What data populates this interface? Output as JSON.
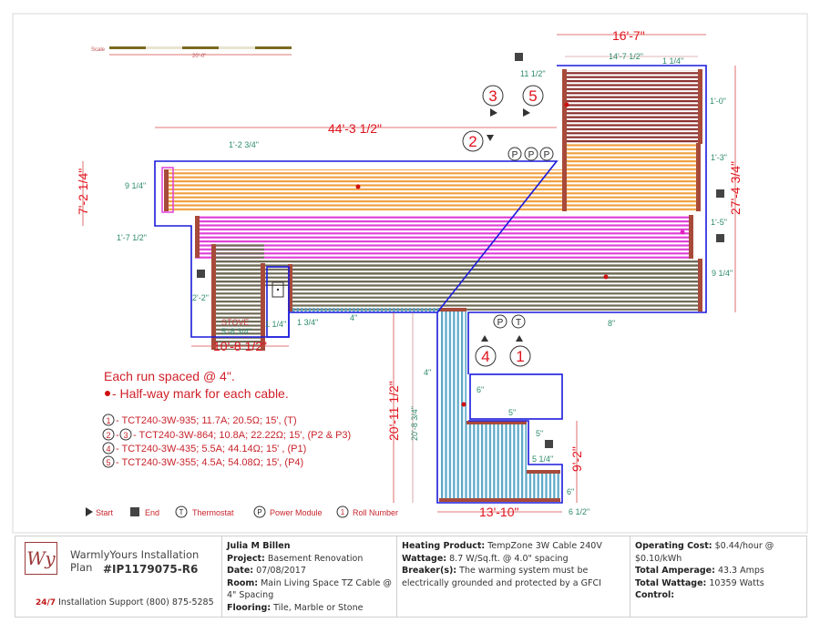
{
  "scale": {
    "label": "Scale",
    "length": "20'-0\""
  },
  "dimensions_major": {
    "top_right_width": "16'-7\"",
    "overall_width": "44'-3 1/2\"",
    "overall_height": "27'-4 3/4\"",
    "left_height": "7'-2 1/4\"",
    "stove_area_width": "10'-8 1/2\"",
    "lower_height": "20'-11 1/2\"",
    "lower_right_height": "9'-2\"",
    "lower_width": "13'-10\""
  },
  "dimensions_minor": {
    "top_inner_width": "14'-7 1/2\"",
    "top_gap": "1 1/4\"",
    "top_left_gap": "11 1/2\"",
    "right_gap_1": "1'-0\"",
    "right_gap_2": "1'-3\"",
    "right_gap_3": "1'-5\"",
    "right_gap_4": "9 1/4\"",
    "upper_wall_gap": "1'-2 3/4\"",
    "left_gap": "9 1/4\"",
    "left_lower_gap": "1'-7 1/2\"",
    "stove_left_gap": "2'-2\"",
    "stove_width": "5'-8 3/4\"",
    "stove_gap_a": "1 1/4\"",
    "stove_gap_b": "1 3/4\"",
    "bottom_gap": "4\"",
    "bottom_right_gap": "8\"",
    "lower_left_gap": "4\"",
    "lower_inner_height": "20'-8 3/4\"",
    "island_gap": "6\"",
    "island_bottom_gap": "5\"",
    "step_gap": "5\"",
    "step_gap_2": "5 1/4\"",
    "lower_right_gap": "6\"",
    "lower_bottom_gap": "6 1/2\""
  },
  "stove_label": "STOVE",
  "rolls": [
    "1",
    "2",
    "3",
    "4",
    "5"
  ],
  "power_modules": [
    "P",
    "P",
    "P",
    "P"
  ],
  "thermostat": "T",
  "notes": {
    "spacing": "Each run spaced @ 4\".",
    "halfway": "- Half-way mark for each cable."
  },
  "cables": [
    {
      "rolls": [
        "1"
      ],
      "text": "- TCT240-3W-935; 11.7A; 20.5Ω; 15', (T)"
    },
    {
      "rolls": [
        "2",
        "3"
      ],
      "text": "- TCT240-3W-864; 10.8A; 22.22Ω; 15', (P2 & P3)"
    },
    {
      "rolls": [
        "4"
      ],
      "text": "- TCT240-3W-435; 5.5A; 44.14Ω; 15' , (P1)"
    },
    {
      "rolls": [
        "5"
      ],
      "text": "- TCT240-3W-355; 4.5A; 54.08Ω; 15', (P4)"
    }
  ],
  "legend": {
    "start": "Start",
    "end": "End",
    "thermostat": "Thermostat",
    "power_module": "Power Module",
    "roll_number": "Roll Number",
    "t_symbol": "T",
    "p_symbol": "P",
    "roll_symbol": "1"
  },
  "run_colors": {
    "roll1": "#6e6a55",
    "roll2": "#e040d8",
    "roll3": "#f0a040",
    "roll4": "#5aa8c8",
    "roll5": "#8b2e2e",
    "wall": "#1a1adc",
    "dimension": "#e0141e"
  },
  "footer": {
    "logo": "Wy",
    "plan_title": "WarmlyYours Installation Plan",
    "plan_number": "#IP1179075-R6",
    "support_badge": "24/7",
    "support": "Installation Support (800) 875-5285",
    "customer": "Julia M Billen",
    "project_label": "Project:",
    "project": "Basement Renovation",
    "date_label": "Date:",
    "date": "07/08/2017",
    "room_label": "Room:",
    "room": "Main Living Space TZ Cable @ 4\" Spacing",
    "flooring_label": "Flooring:",
    "flooring": "Tile, Marble or Stone",
    "product_label": "Heating Product:",
    "product": "TempZone 3W Cable 240V",
    "wattage_label": "Wattage:",
    "wattage": "8.7 W/Sq.ft. @ 4.0\" spacing",
    "breaker_label": "Breaker(s):",
    "breaker": "The warming system must be electrically grounded and protected by a GFCI",
    "cost_label": "Operating Cost:",
    "cost": "$0.44/hour @ $0.10/kWh",
    "amperage_label": "Total Amperage:",
    "amperage": "43.3 Amps",
    "total_wattage_label": "Total Wattage:",
    "total_wattage": "10359 Watts",
    "control_label": "Control:"
  }
}
